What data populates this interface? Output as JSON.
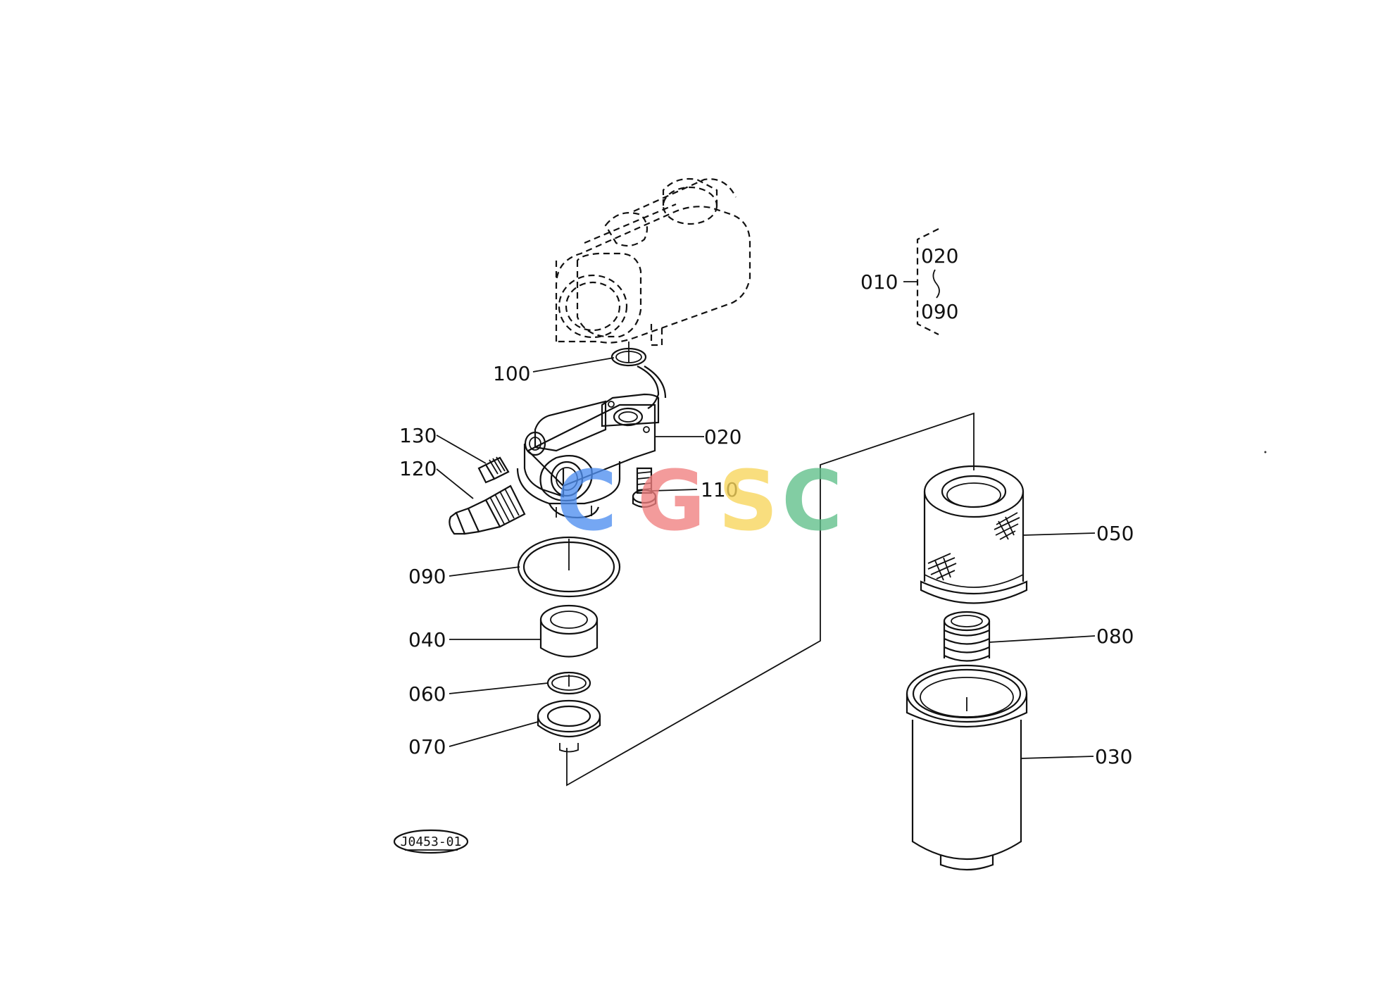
{
  "diagram": {
    "reference_code": "J0453-01",
    "assembly": {
      "label": "010",
      "range_start": "020",
      "range_end": "090"
    },
    "callouts": [
      {
        "id": "100",
        "label": "100"
      },
      {
        "id": "130",
        "label": "130"
      },
      {
        "id": "120",
        "label": "120"
      },
      {
        "id": "020",
        "label": "020"
      },
      {
        "id": "110",
        "label": "110"
      },
      {
        "id": "090",
        "label": "090"
      },
      {
        "id": "040",
        "label": "040"
      },
      {
        "id": "060",
        "label": "060"
      },
      {
        "id": "070",
        "label": "070"
      },
      {
        "id": "050",
        "label": "050"
      },
      {
        "id": "080",
        "label": "080"
      },
      {
        "id": "030",
        "label": "030"
      }
    ]
  },
  "watermark": {
    "letters": [
      "C",
      "G",
      "S",
      "C"
    ],
    "colors": [
      "#4f8ff0",
      "#f07f7f",
      "#f8d55a",
      "#5fbf8a"
    ]
  }
}
